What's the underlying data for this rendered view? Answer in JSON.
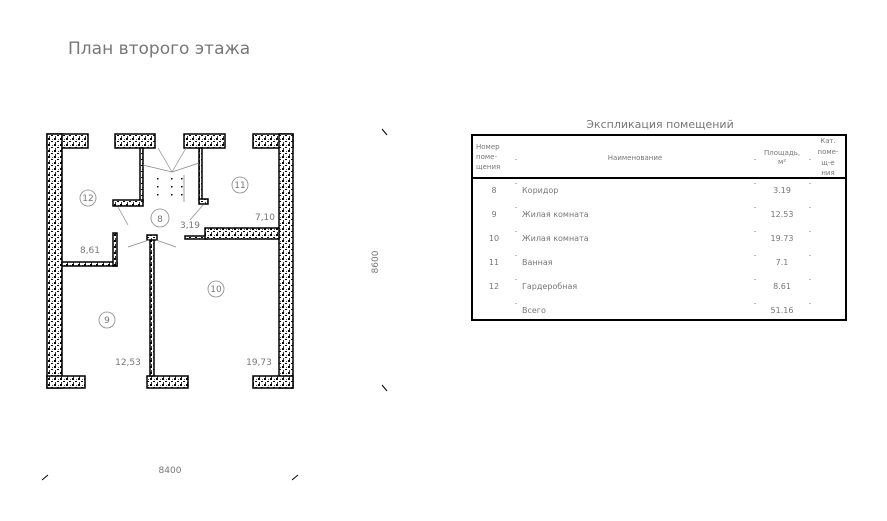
{
  "plan": {
    "title": "План второго этажа",
    "width_dimension": "8400",
    "height_dimension": "8600",
    "rooms": [
      {
        "number": "12",
        "area": "8,61"
      },
      {
        "number": "11",
        "area": "7,10"
      },
      {
        "number": "8",
        "area": "3,19"
      },
      {
        "number": "9",
        "area": "12,53"
      },
      {
        "number": "10",
        "area": "19,73"
      }
    ]
  },
  "table": {
    "title": "Экспликация помещений",
    "headers": [
      "Номер поме-щения",
      "Наименование",
      "Площадь, м²",
      "Кат. поме-щения"
    ],
    "header_lines": {
      "number": [
        "Номер",
        "поме-",
        "щения"
      ],
      "name": [
        "Наименование"
      ],
      "area": [
        "Площадь,",
        "м²"
      ],
      "category": [
        "Кат.",
        "поме-",
        "щ-е",
        "ния"
      ]
    },
    "rows": [
      {
        "number": "8",
        "name": "Коридор",
        "area": "3.19"
      },
      {
        "number": "9",
        "name": "Жилая комната",
        "area": "12.53"
      },
      {
        "number": "10",
        "name": "Жилая комната",
        "area": "19.73"
      },
      {
        "number": "11",
        "name": "Ванная",
        "area": "7.1"
      },
      {
        "number": "12",
        "name": "Гардеробная",
        "area": "8.61"
      },
      {
        "number": "",
        "name": "Всего",
        "area": "51.16"
      }
    ]
  }
}
